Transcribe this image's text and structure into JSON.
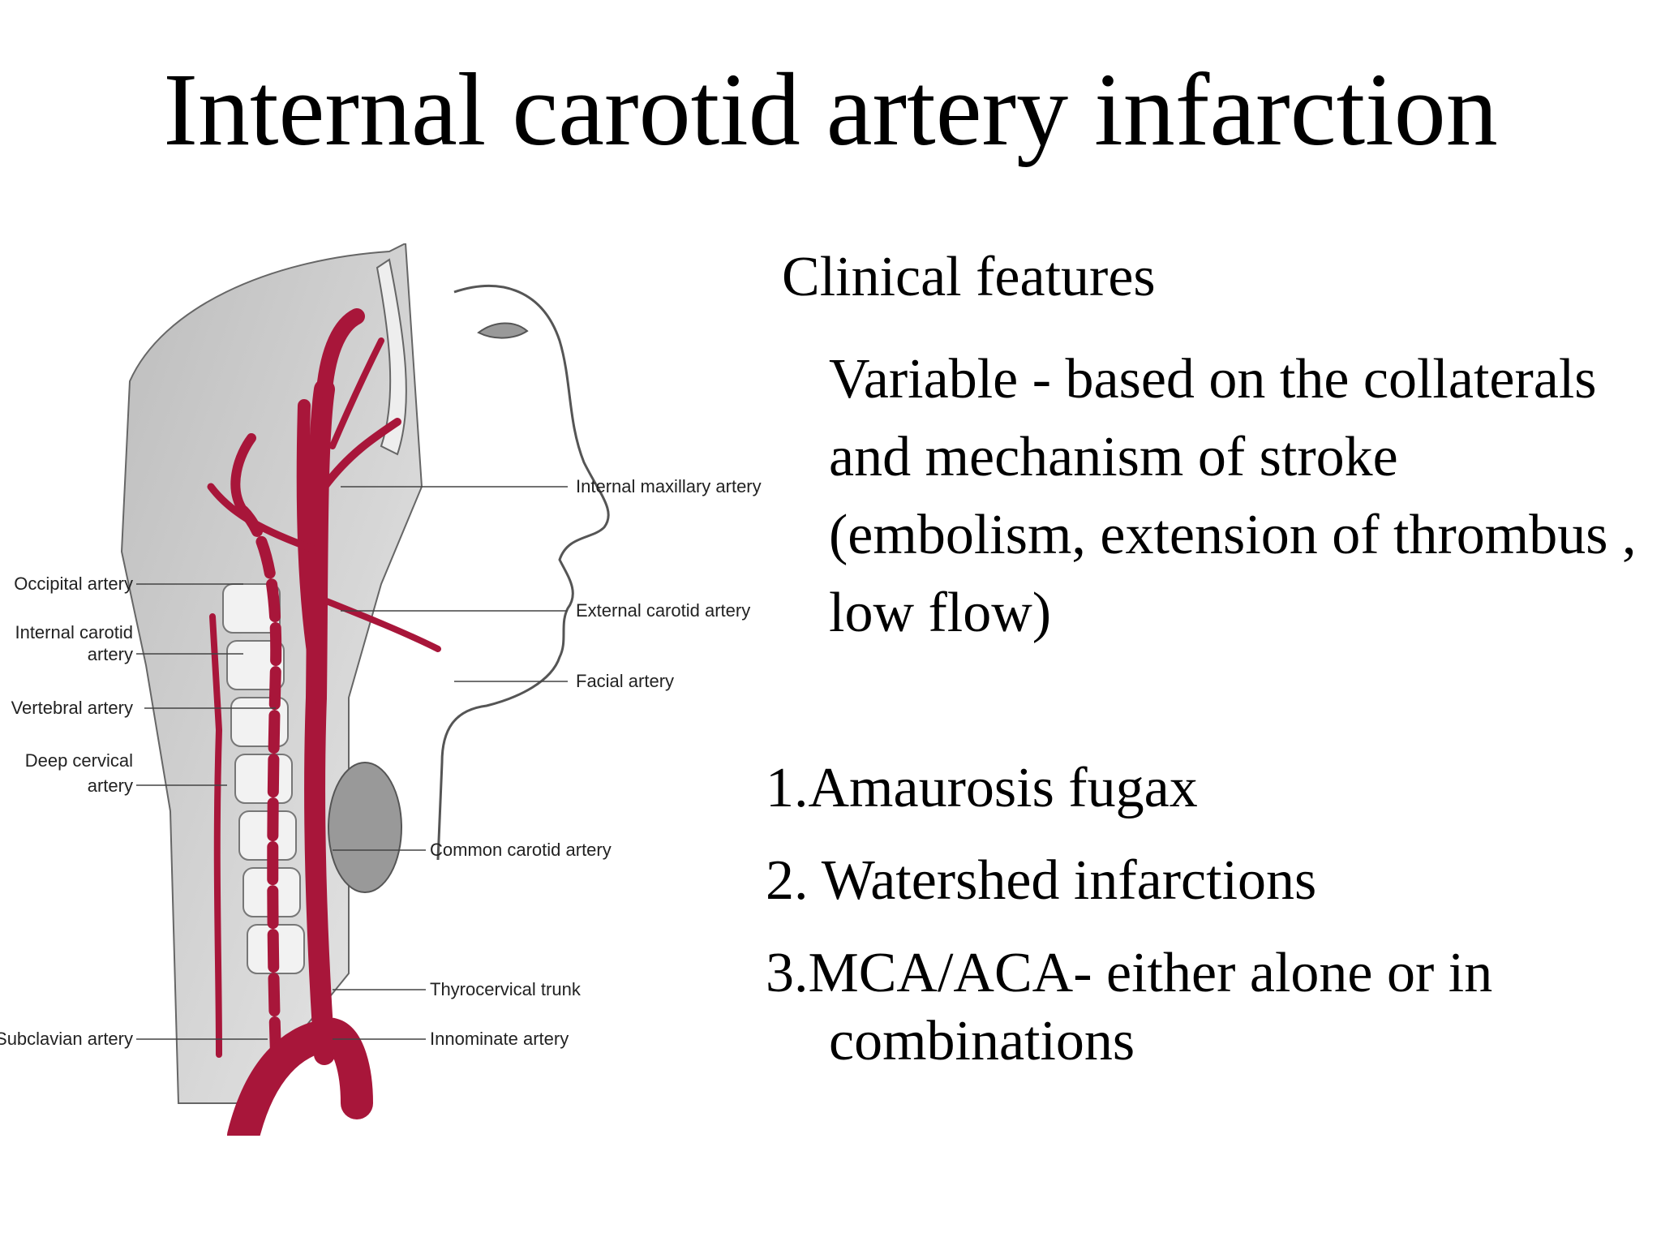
{
  "slide": {
    "title": "Internal carotid artery infarction"
  },
  "illustration": {
    "labels_left": {
      "occipital": "Occipital artery",
      "internal_carotid_1": "Internal carotid",
      "internal_carotid_2": "artery",
      "vertebral": "Vertebral artery",
      "deep_cervical_1": "Deep cervical",
      "deep_cervical_2": "artery",
      "subclavian": "Subclavian artery"
    },
    "labels_right": {
      "internal_maxillary": "Internal maxillary artery",
      "external_carotid": "External carotid artery",
      "facial": "Facial artery",
      "common_carotid": "Common carotid artery",
      "thyrocervical": "Thyrocervical trunk",
      "innominate": "Innominate artery"
    },
    "colors": {
      "artery": "#a8163a",
      "tissue": "#d9d9d9",
      "outline": "#555555"
    }
  },
  "content": {
    "heading": "Clinical features",
    "description": "Variable - based on the collaterals and mechanism of stroke  (embolism, extension of thrombus , low flow)",
    "features": [
      "1.Amaurosis fugax",
      "2. Watershed infarctions",
      "3.MCA/ACA- either alone or in combinations"
    ]
  }
}
